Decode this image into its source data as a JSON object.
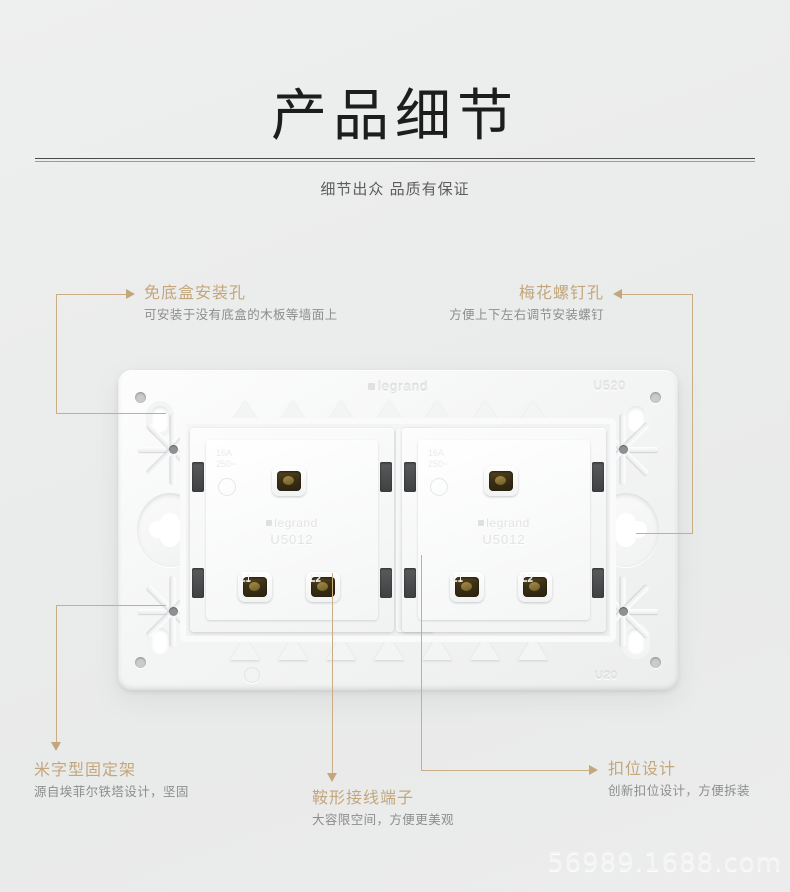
{
  "header": {
    "title": "产品细节",
    "subtitle": "细节出众 品质有保证"
  },
  "product": {
    "brand_top": "legrand",
    "model_top": "U520",
    "model_bottom": "U20",
    "modules": [
      {
        "brand": "legrand",
        "model": "U5012",
        "rating": "16A\n250~",
        "terminal_marks": [
          "L1",
          "L2"
        ]
      },
      {
        "brand": "legrand",
        "model": "U5012",
        "rating": "16A\n250~",
        "terminal_marks": [
          "L1",
          "L2"
        ]
      }
    ]
  },
  "annotations": [
    {
      "id": "mounting-hole",
      "title": "免底盒安装孔",
      "description": "可安装于没有底盒的木板等墙面上"
    },
    {
      "id": "plum-screw-hole",
      "title": "梅花螺钉孔",
      "description": "方便上下左右调节安装螺钉"
    },
    {
      "id": "star-frame",
      "title": "米字型固定架",
      "description": "源自埃菲尔铁塔设计，坚固"
    },
    {
      "id": "saddle-terminal",
      "title": "鞍形接线端子",
      "description": "大容限空间，方便更美观"
    },
    {
      "id": "snap-design",
      "title": "扣位设计",
      "description": "创新扣位设计，方便拆装"
    }
  ],
  "watermark": "56989.1688.com",
  "colors": {
    "accent": "#c3a77c",
    "leader": "#c9ad84",
    "background": "#ebecec",
    "title": "#1d1d1d"
  }
}
